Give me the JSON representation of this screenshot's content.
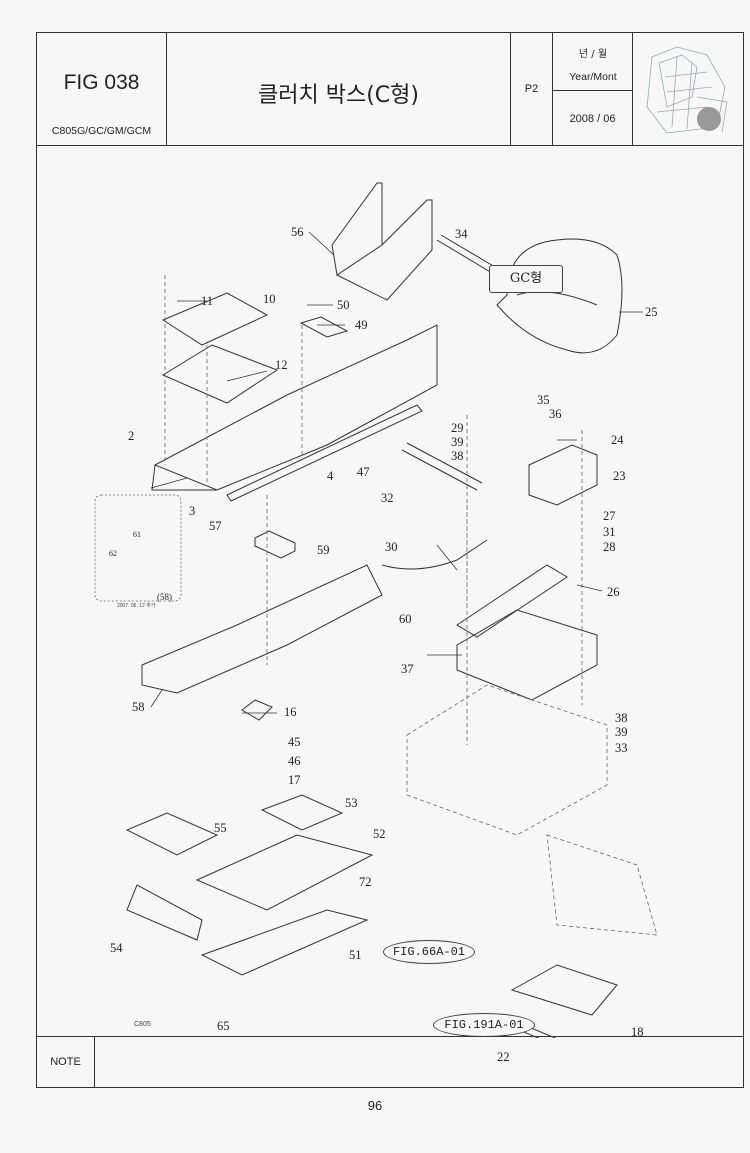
{
  "header": {
    "figure_number": "FIG 038",
    "models": "C805G/GC/GM/GCM",
    "title": "클러치 박스(C형)",
    "page_code": "P2",
    "year_month_label_ko": "년 / 월",
    "year_month_label_en": "Year/Mont",
    "date": "2008 / 06",
    "thumbnail_icon": "combine-harvester-thumbnail"
  },
  "diagram": {
    "variant_tag": "GC형",
    "references": [
      "FIG.66A-01",
      "FIG.191A-01"
    ],
    "inset_ref": "(58)",
    "inset_date": "2007. 06. 12 추가",
    "drawing_code": "C805",
    "part_labels": [
      "56",
      "34",
      "25",
      "11",
      "10",
      "50",
      "49",
      "12",
      "35",
      "36",
      "29",
      "39",
      "38",
      "24",
      "2",
      "47",
      "23",
      "32",
      "4",
      "3",
      "57",
      "27",
      "31",
      "28",
      "59",
      "30",
      "26",
      "61",
      "62",
      "60",
      "37",
      "58",
      "16",
      "38",
      "39",
      "33",
      "45",
      "46",
      "17",
      "53",
      "55",
      "52",
      "72",
      "54",
      "51",
      "65",
      "18",
      "22"
    ]
  },
  "note": {
    "label": "NOTE",
    "text": ""
  },
  "footer": {
    "page_number": "96"
  }
}
